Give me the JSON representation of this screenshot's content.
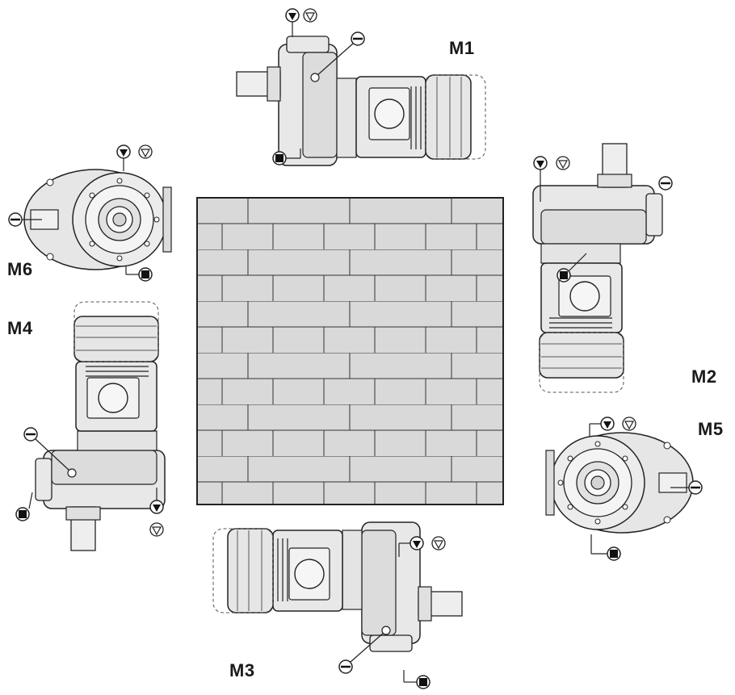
{
  "positions": {
    "m1": "M1",
    "m2": "M2",
    "m3": "M3",
    "m4": "M4",
    "m5": "M5",
    "m6": "M6"
  },
  "symbols": {
    "filled_triangle": "fill-plug-icon",
    "outline_triangle": "breather-icon",
    "minus_circle": "level-plug-icon",
    "square_circle": "drain-plug-icon"
  },
  "colors": {
    "wall_fill": "#d9d9d9",
    "wall_line": "#333333",
    "housing_fill": "#e8e8e8",
    "housing_stroke": "#222222"
  }
}
